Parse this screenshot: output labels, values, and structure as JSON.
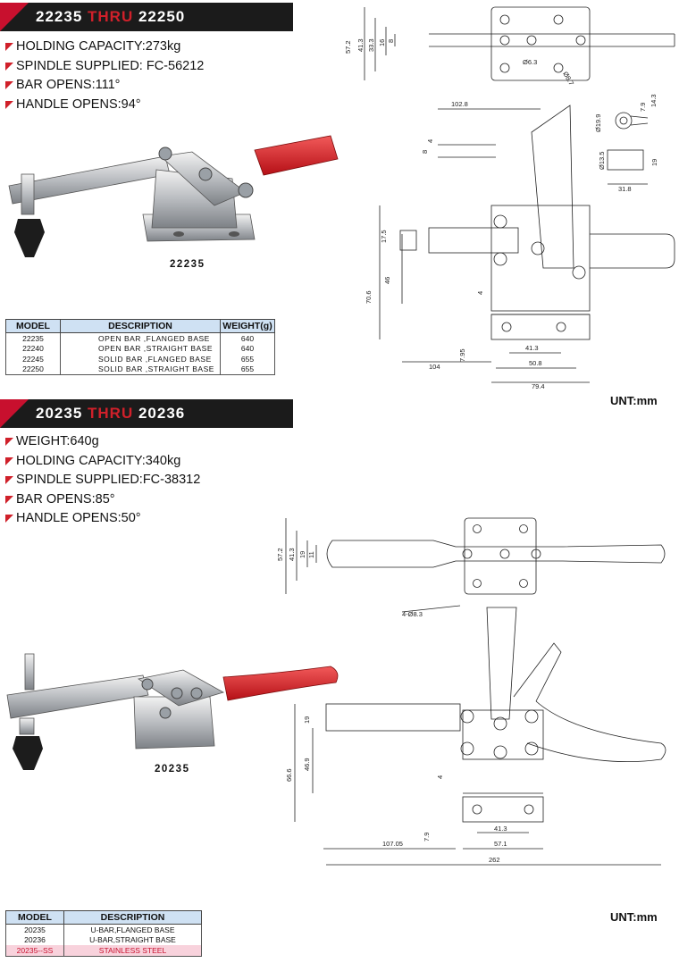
{
  "section1": {
    "title_a": "22235",
    "title_thru": "THRU",
    "title_b": "22250",
    "specs": [
      "HOLDING CAPACITY:273kg",
      "SPINDLE SUPPLIED: FC-56212",
      "BAR OPENS:111°",
      "HANDLE OPENS:94°"
    ],
    "photo_caption": "22235",
    "table": {
      "headers": [
        "MODEL",
        "DESCRIPTION",
        "WEIGHT(g)"
      ],
      "rows": [
        [
          "22235",
          "OPEN BAR ,FLANGED BASE",
          "640"
        ],
        [
          "22240",
          "OPEN BAR ,STRAIGHT BASE",
          "640"
        ],
        [
          "22245",
          "SOLID BAR ,FLANGED BASE",
          "655"
        ],
        [
          "22250",
          "SOLID BAR ,STRAIGHT BASE",
          "655"
        ]
      ]
    },
    "unit": "UNT:mm",
    "dims": {
      "d57_2": "57.2",
      "d41_3": "41.3",
      "d33_3": "33.3",
      "d16": "16",
      "d8": "8",
      "dia6_3": "Ø6.3",
      "dia8_7": "Ø8.7",
      "d102_8": "102.8",
      "d8b": "8",
      "d4": "4",
      "d17_5": "17.5",
      "d46": "46",
      "d70_6": "70.6",
      "d4b": "4",
      "d7_95": "7.95",
      "d41_3b": "41.3",
      "d50_8": "50.8",
      "d104": "104",
      "d79_4": "79.4",
      "d7_9": "7.9",
      "d14_3": "14.3",
      "dia19_9": "Ø19.9",
      "dia13_5": "Ø13.5",
      "d19": "19",
      "d31_8": "31.8"
    }
  },
  "section2": {
    "title_a": "20235",
    "title_thru": "THRU",
    "title_b": "20236",
    "specs": [
      "WEIGHT:640g",
      "HOLDING CAPACITY:340kg",
      "SPINDLE SUPPLIED:FC-38312",
      "BAR OPENS:85°",
      "HANDLE OPENS:50°"
    ],
    "photo_caption": "20235",
    "table": {
      "headers": [
        "MODEL",
        "DESCRIPTION"
      ],
      "rows": [
        [
          "20235",
          "U-BAR,FLANGED BASE"
        ],
        [
          "20236",
          "U-BAR,STRAIGHT BASE"
        ],
        [
          "20235--SS",
          "STAINLESS STEEL"
        ]
      ]
    },
    "unit": "UNT:mm",
    "dims": {
      "d57_2": "57.2",
      "d41_3": "41.3",
      "d19": "19",
      "d11": "11",
      "holes": "4-Ø8.3",
      "d19b": "19",
      "d66_6": "66.6",
      "d46_9": "46.9",
      "d4": "4",
      "d7_9": "7.9",
      "d41_3b": "41.3",
      "d107_05": "107.05",
      "d57_1": "57.1",
      "d262": "262"
    }
  },
  "colors": {
    "banner": "#1b1b1b",
    "accent_red": "#d0202a",
    "table_header": "#cfe1f3",
    "stainless_row": "#f8d2dc"
  }
}
